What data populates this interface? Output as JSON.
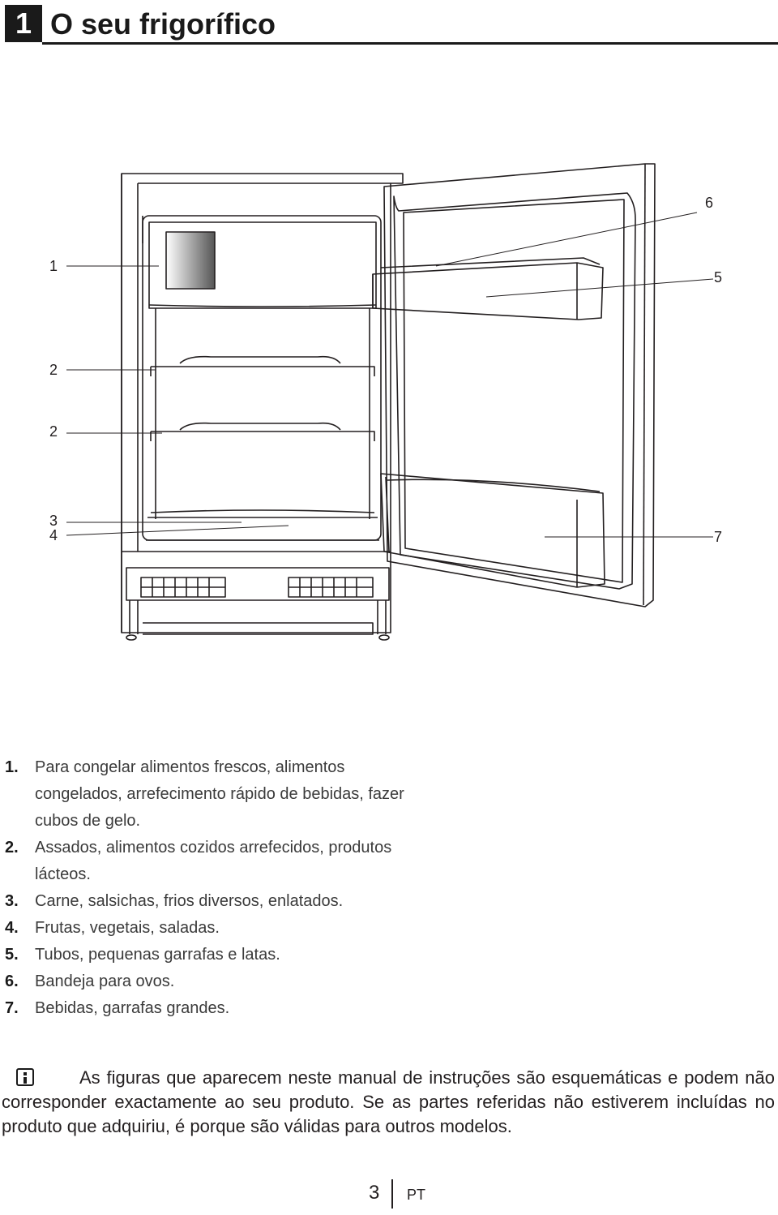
{
  "header": {
    "number": "1",
    "title": "O seu frigorífico"
  },
  "figure": {
    "callouts": {
      "c1": "1",
      "c2a": "2",
      "c2b": "2",
      "c3": "3",
      "c4": "4",
      "c5": "5",
      "c6": "6",
      "c7": "7"
    }
  },
  "legend": [
    {
      "num": "1.",
      "text": "Para congelar alimentos frescos, alimentos congelados, arrefecimento rápido de bebidas, fazer cubos de gelo."
    },
    {
      "num": "2.",
      "text": "Assados, alimentos cozidos arrefecidos, produtos lácteos."
    },
    {
      "num": "3.",
      "text": "Carne, salsichas, frios diversos, enlatados."
    },
    {
      "num": "4.",
      "text": "Frutas, vegetais, saladas."
    },
    {
      "num": "5.",
      "text": "Tubos, pequenas garrafas e latas."
    },
    {
      "num": "6.",
      "text": "Bandeja para ovos."
    },
    {
      "num": "7.",
      "text": "Bebidas, garrafas grandes."
    }
  ],
  "note": {
    "icon": "info-icon",
    "text": "As figuras que aparecem neste manual de instruções são esquemáticas e podem não corresponder exactamente ao seu produto. Se as partes referidas não estiverem incluídas no produto que adquiriu, é porque são válidas para outros modelos."
  },
  "footer": {
    "page": "3",
    "lang": "PT"
  }
}
